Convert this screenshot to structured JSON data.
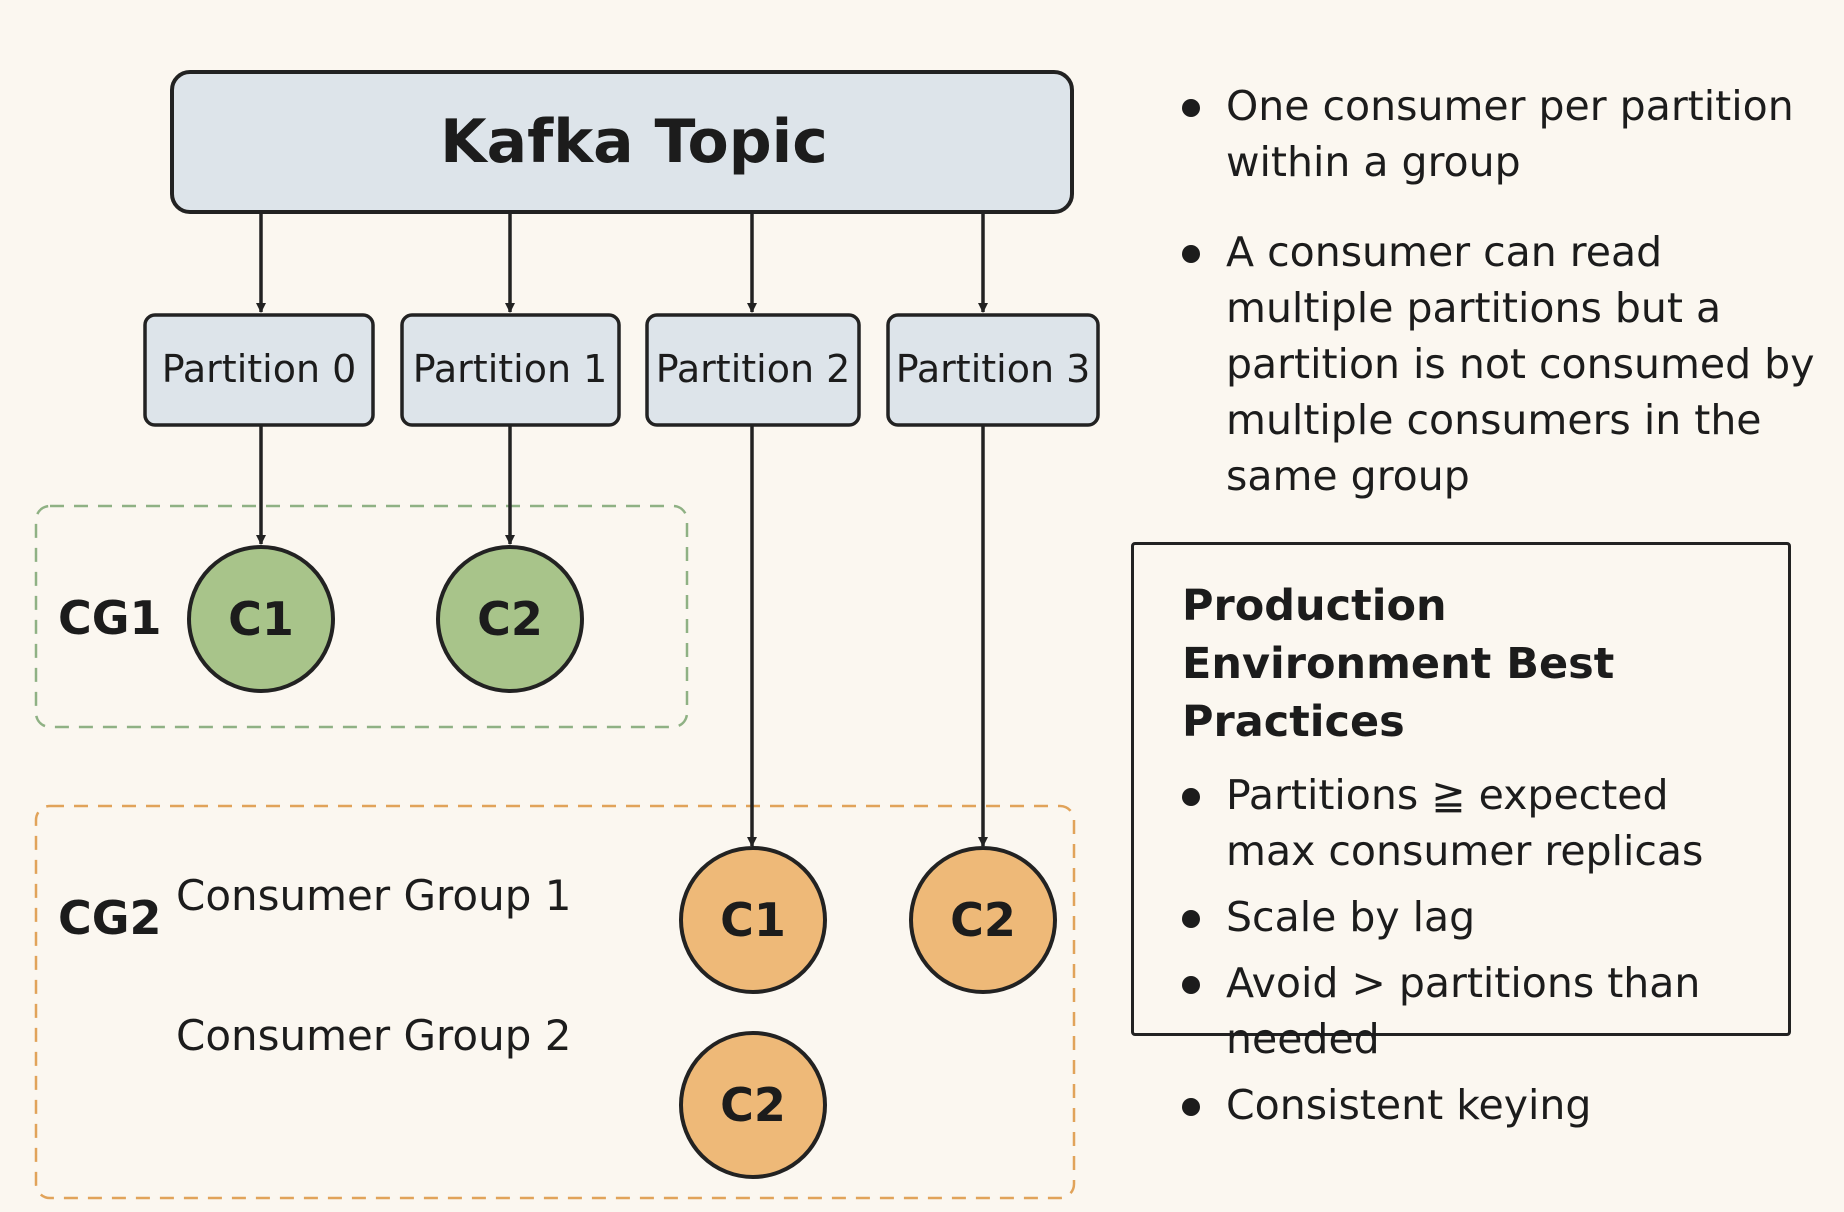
{
  "topic": {
    "label": "Kafka Topic"
  },
  "partitions": [
    {
      "label": "Partition 0"
    },
    {
      "label": "Partition 1"
    },
    {
      "label": "Partition 2"
    },
    {
      "label": "Partition 3"
    }
  ],
  "cg1": {
    "label": "CG1",
    "consumers": [
      {
        "label": "C1"
      },
      {
        "label": "C2"
      }
    ]
  },
  "cg2": {
    "label": "CG2",
    "legend": [
      "Consumer Group 1",
      "Consumer Group 2"
    ],
    "consumers": [
      {
        "label": "C1"
      },
      {
        "label": "C2"
      },
      {
        "label": "C2"
      }
    ]
  },
  "notes": [
    "One consumer per partition within a group",
    "A consumer can read multiple partitions but a partition is not consumed by multiple consumers in the same group"
  ],
  "practices": {
    "title": "Production Environment Best Practices",
    "items": [
      "Partitions ≧ expected max consumer replicas",
      "Scale by lag",
      "Avoid > partitions than needed",
      "Consistent keying"
    ]
  },
  "colors": {
    "box_fill": "#dde4ea",
    "stroke": "#222222",
    "cg1_fill": "#a8c48a",
    "cg1_border": "#8fb184",
    "cg2_fill": "#eeb978",
    "cg2_border": "#e1a35a"
  }
}
